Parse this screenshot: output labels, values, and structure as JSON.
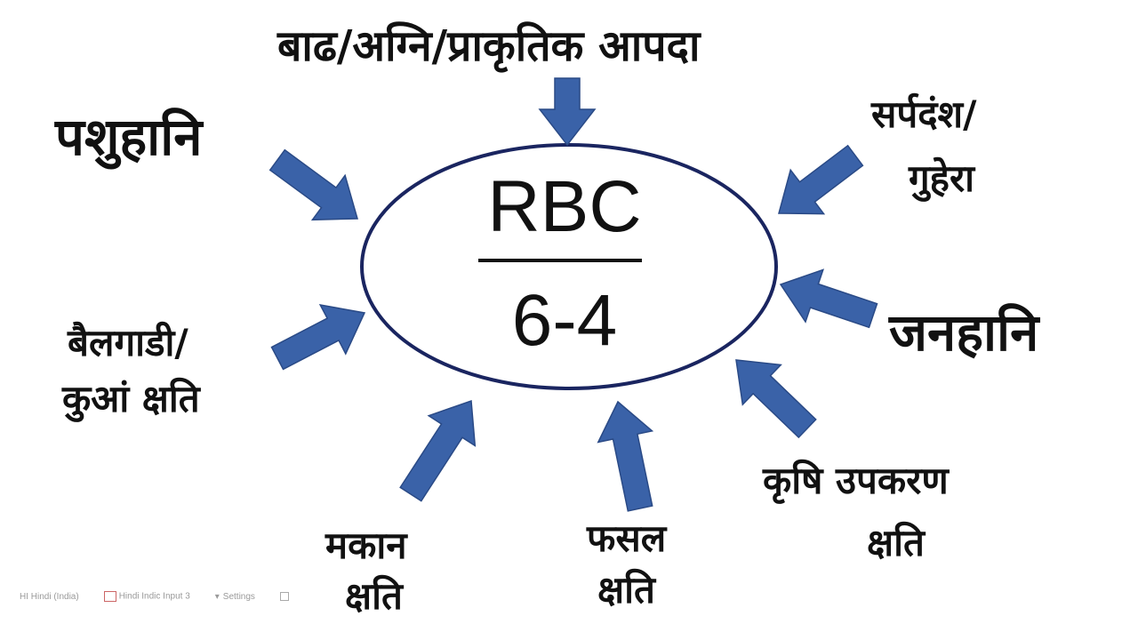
{
  "center": {
    "title": "RBC",
    "subtitle": "6-4"
  },
  "labels": {
    "top": "बाढ/अग्नि/प्राकृतिक आपदा",
    "pashuhani": "पशुहानि",
    "sarpdansh_1": "सर्पदंश/",
    "sarpdansh_2": "गुहेरा",
    "janhani": "जनहानि",
    "bailgadi_1": "बैलगाडी/",
    "bailgadi_2": "कुआं क्षति",
    "makan_1": "मकान",
    "makan_2": "क्षति",
    "fasal_1": "फसल",
    "fasal_2": "क्षति",
    "krishi_1": "कृषि उपकरण",
    "krishi_2": "क्षति"
  },
  "taskbar": {
    "language": "HI  Hindi (India)",
    "input": "Hindi Indic Input 3",
    "settings": "Settings"
  },
  "colors": {
    "arrow": "#3a62a8",
    "ellipse": "#1a2560",
    "text": "#111111"
  }
}
